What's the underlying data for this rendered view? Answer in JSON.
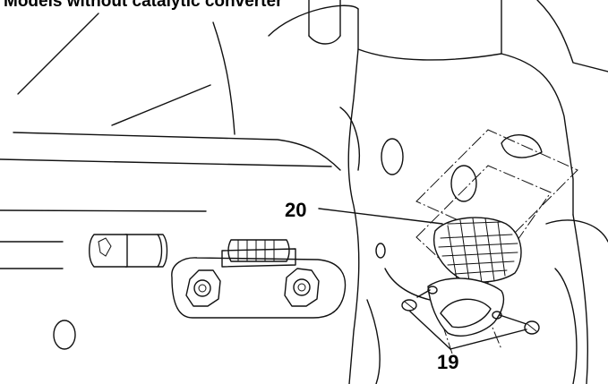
{
  "caption": "Models without catalytic converter",
  "callouts": {
    "part_20": "20",
    "part_19": "19"
  }
}
